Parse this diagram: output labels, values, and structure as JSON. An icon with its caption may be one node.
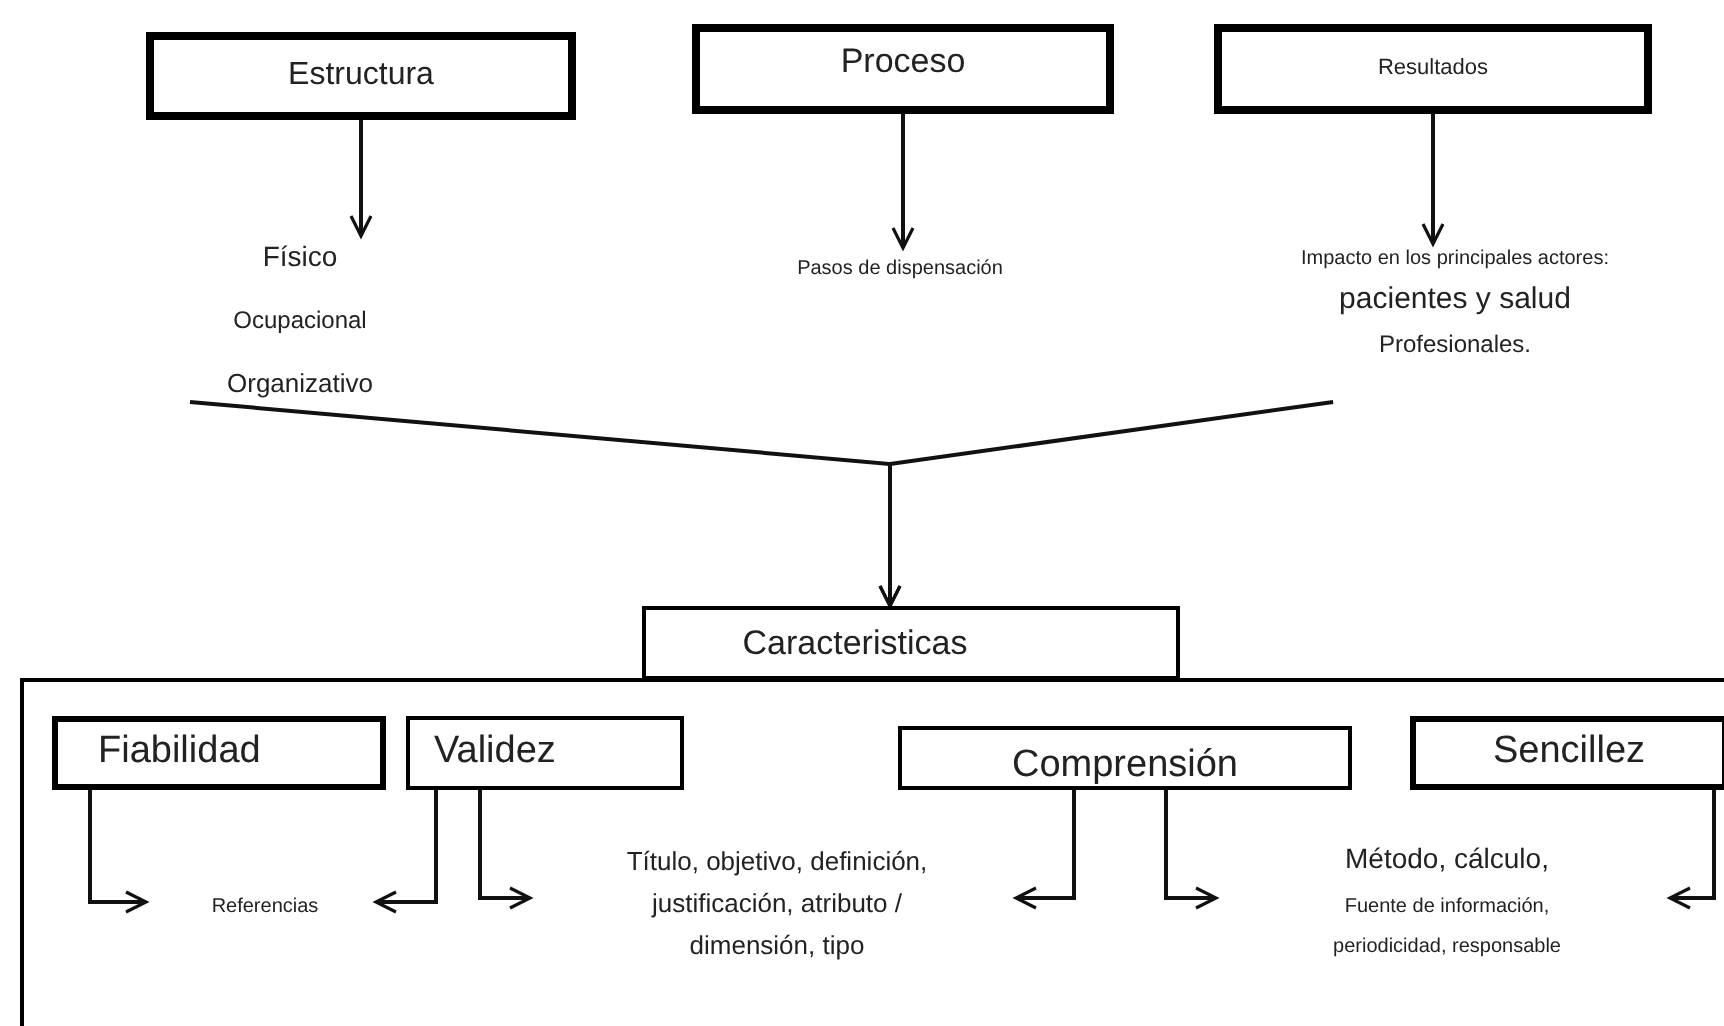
{
  "diagram": {
    "nodes": [
      {
        "text": [
          "Estructura"
        ]
      },
      {
        "text": [
          "Proceso"
        ]
      },
      {
        "text": [
          "Resultados"
        ]
      },
      {
        "text": [
          "Físico",
          "Ocupacional",
          "Organizativo"
        ]
      },
      {
        "text": [
          "Pasos de dispensación"
        ]
      },
      {
        "text": [
          "Impacto en los principales actores:",
          "pacientes y salud",
          "Profesionales."
        ]
      },
      {
        "text": [
          "Caracteristicas"
        ]
      },
      {
        "text": [],
        "shape": "box"
      },
      {
        "text": [
          "Fiabilidad"
        ],
        "in": 7
      },
      {
        "text": [
          "Validez"
        ],
        "in": 7
      },
      {
        "text": [
          "Comprensión"
        ],
        "in": 7
      },
      {
        "text": [
          "Sencillez"
        ],
        "in": 7
      },
      {
        "text": [
          "Referencias"
        ],
        "in": 7
      },
      {
        "text": [
          "Título, objetivo, definición, justificación, atributo / dimensión, tipo"
        ],
        "in": 7
      },
      {
        "text": [
          "Método, cálculo,",
          "Fuente de información, periodicidad, responsable"
        ],
        "in": 7
      }
    ],
    "edges": [
      {
        "from": 0,
        "to": 3,
        "arrow": "to"
      },
      {
        "from": 1,
        "to": 4,
        "arrow": "to"
      },
      {
        "from": 2,
        "to": 5,
        "arrow": "to"
      },
      {
        "from": 3,
        "to": 6,
        "arrow": "to"
      },
      {
        "from": 5,
        "to": 6,
        "arrow": "to"
      },
      {
        "from": 8,
        "to": 12,
        "arrow": "to"
      },
      {
        "from": 9,
        "to": 12,
        "arrow": "to"
      },
      {
        "from": 9,
        "to": 13,
        "arrow": "to"
      },
      {
        "from": 10,
        "to": 13,
        "arrow": "to"
      },
      {
        "from": 10,
        "to": 14,
        "arrow": "to"
      },
      {
        "from": 11,
        "to": 14,
        "arrow": "to"
      }
    ]
  }
}
